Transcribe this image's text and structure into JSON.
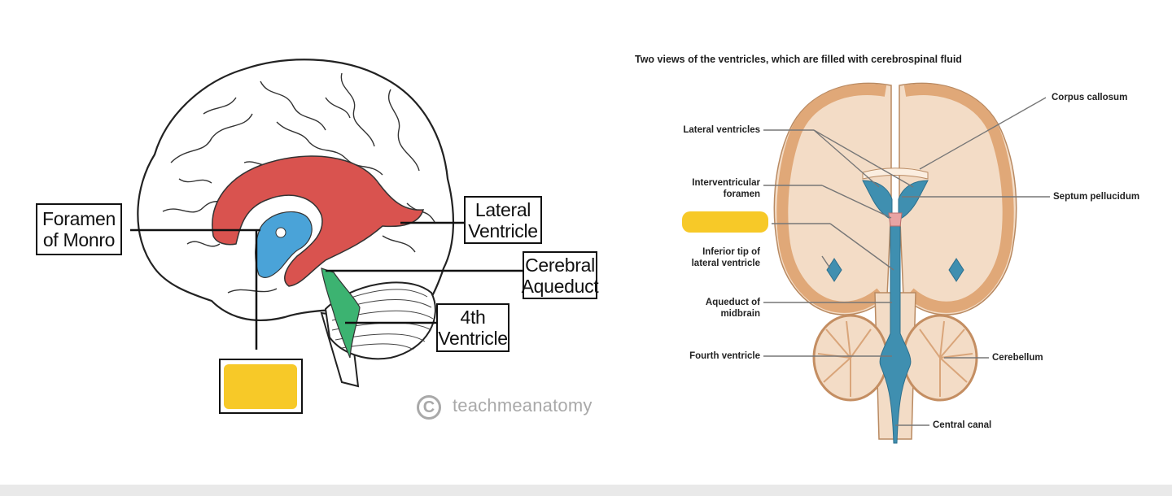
{
  "left_diagram": {
    "labels": {
      "foramen_of_monro": "Foramen\nof Monro",
      "lateral_ventricle": "Lateral\nVentricle",
      "cerebral_aqueduct": "Cerebral\nAqueduct",
      "fourth_ventricle": "4th\nVentricle"
    },
    "watermark": {
      "symbol": "C",
      "name": "teachmeanatomy"
    },
    "colors": {
      "lateral_ventricle": "#d9534f",
      "third_ventricle": "#4aa3d8",
      "fourth_ventricle": "#3cb371",
      "highlight": "#f7c928"
    }
  },
  "right_diagram": {
    "caption": "Two views of the ventricles, which are  filled with cerebrospinal fluid",
    "labels": {
      "lateral_ventricles": "Lateral ventricles",
      "interventricular_foramen": "Interventricular\nforamen",
      "inferior_tip": "Inferior tip of\nlateral ventricle",
      "aqueduct_of_midbrain": "Aqueduct of\nmidbrain",
      "fourth_ventricle": "Fourth ventricle",
      "corpus_callosum": "Corpus callosum",
      "septum_pellucidum": "Septum pellucidum",
      "cerebellum": "Cerebellum",
      "central_canal": "Central canal"
    },
    "colors": {
      "tissue": "#f3dcc6",
      "cortex": "#e8b98f",
      "ventricle": "#3f8fb0"
    }
  }
}
